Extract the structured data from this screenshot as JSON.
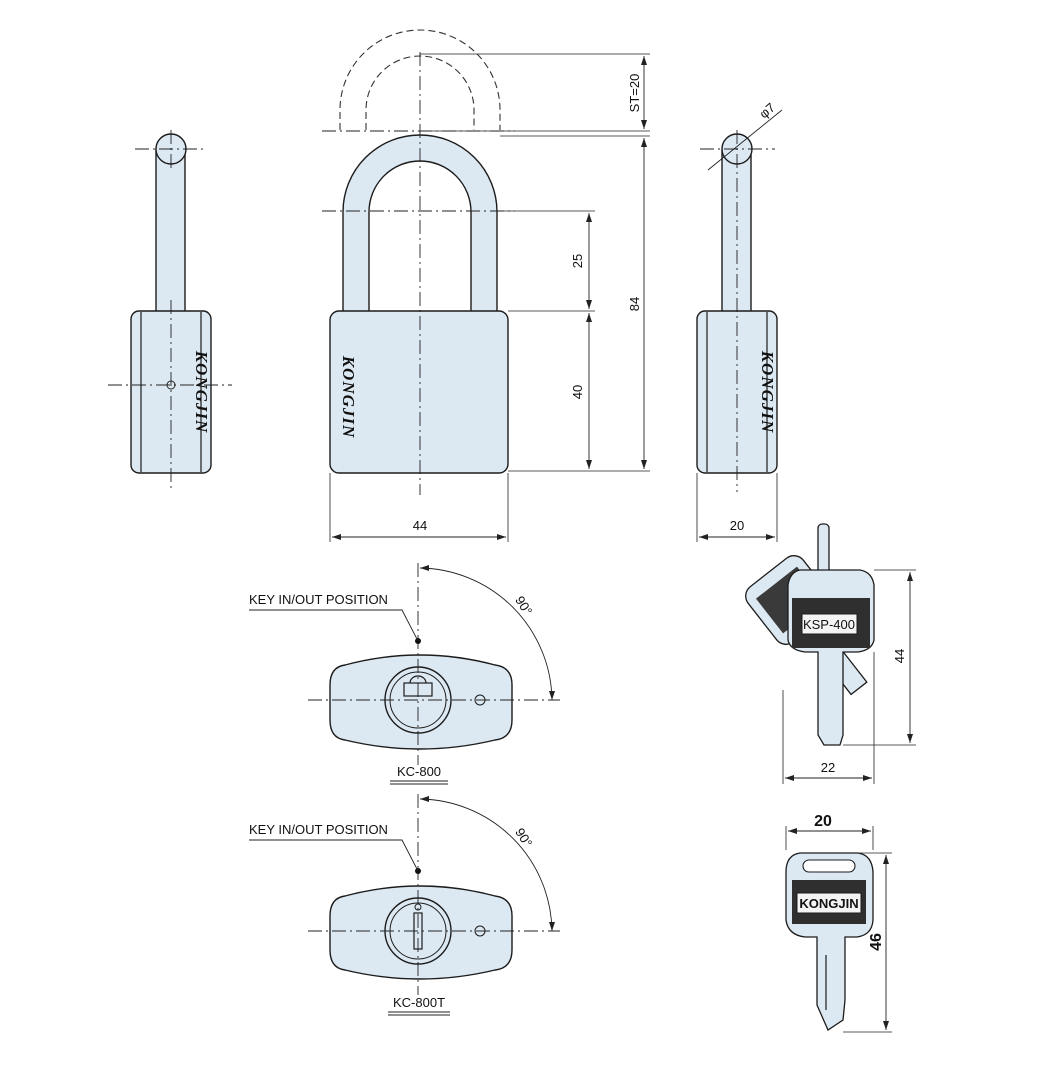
{
  "brand": "KONGJIN",
  "dimensions": {
    "stroke": "ST=20",
    "shackle_diameter": "φ7",
    "shackle_clearance": "25",
    "body_height": "40",
    "overall_height": "84",
    "body_width": "44",
    "body_thickness": "20",
    "key_set_height": "44",
    "key_set_width": "22",
    "key_width": "20",
    "key_length": "46"
  },
  "cylinders": [
    {
      "model": "KC-800",
      "note": "KEY IN/OUT POSITION",
      "angle": "90°"
    },
    {
      "model": "KC-800T",
      "note": "KEY IN/OUT POSITION",
      "angle": "90°"
    }
  ],
  "keys": {
    "set_label": "KSP-400",
    "key_label": "KONGJIN"
  },
  "colors": {
    "fill": "#dde9f2",
    "line": "#1c1c1c"
  }
}
